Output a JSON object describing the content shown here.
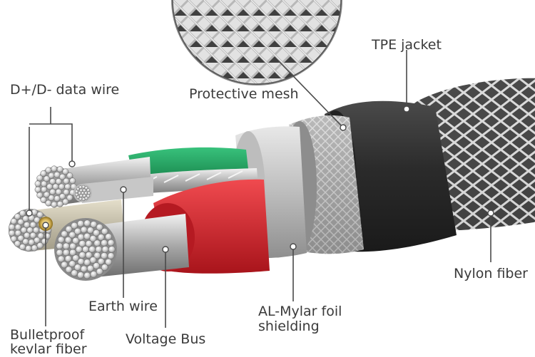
{
  "diagram": {
    "labels": {
      "data_wire": "D+/D- data wire",
      "protective_mesh": "Protective mesh",
      "tpe_jacket": "TPE jacket",
      "nylon_fiber": "Nylon fiber",
      "earth_wire": "Earth wire",
      "kevlar_line1": "Bulletproof",
      "kevlar_line2": "kevlar fiber",
      "voltage_bus": "Voltage Bus",
      "mylar_line1": "AL-Mylar foil",
      "mylar_line2": "shielding"
    },
    "colors": {
      "leader": "#4a4a4a",
      "label_text": "#3a3a3a",
      "jacket": "#2f2f2f",
      "insulation_green": "#1e9a5a",
      "insulation_red": "#d8262e",
      "mesh": "#b9b9b9",
      "foil": "#c9c9c9",
      "nylon": "#e6e6e6",
      "kevlar": "#b89a3a"
    },
    "icons": [
      "braided-cable-diagram",
      "magnifier-inset"
    ]
  }
}
